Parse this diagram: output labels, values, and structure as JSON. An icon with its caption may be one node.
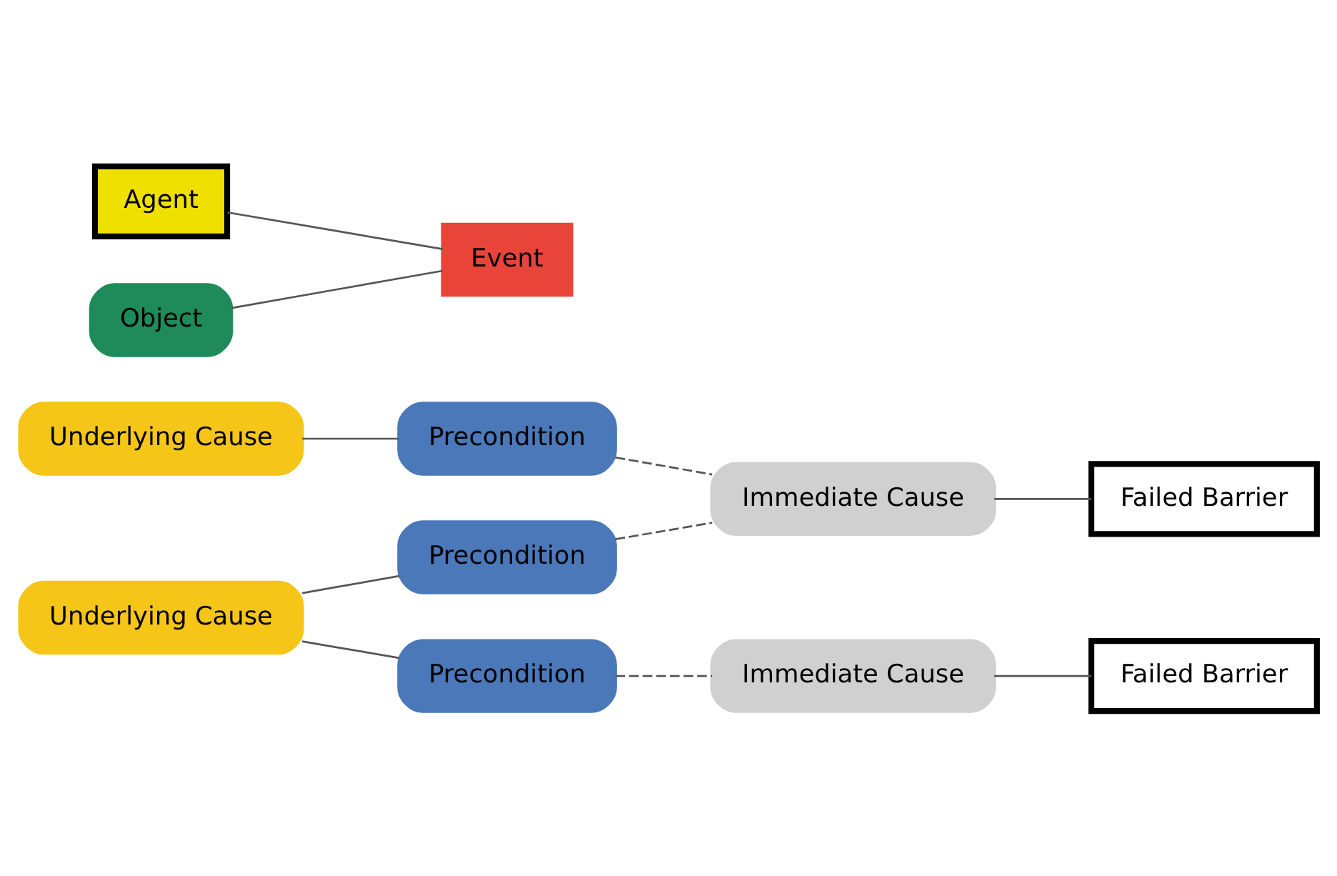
{
  "diagram": {
    "nodes": [
      {
        "text": [
          "Underlying Cause"
        ]
      },
      {
        "text": [
          "Precondition"
        ]
      },
      {
        "text": [
          "Precondition"
        ]
      },
      {
        "text": [
          "Immediate Cause"
        ]
      },
      {
        "text": [
          "Agent"
        ]
      },
      {
        "text": [
          "Failed Barrier"
        ]
      },
      {
        "text": [
          "Event"
        ]
      },
      {
        "text": [
          "Object"
        ]
      },
      {
        "text": [
          "Failed Barrier"
        ]
      },
      {
        "text": [
          "Underlying Cause"
        ]
      },
      {
        "text": [
          "Precondition"
        ]
      },
      {
        "text": [
          "Immediate Cause"
        ]
      }
    ],
    "edges": [
      {
        "from": 0,
        "to": 1,
        "arrow": "none"
      },
      {
        "from": 1,
        "to": 3,
        "arrow": "none",
        "style": "dashed"
      },
      {
        "from": 2,
        "to": 3,
        "arrow": "none",
        "style": "dashed"
      },
      {
        "from": 9,
        "to": 2,
        "arrow": "none"
      },
      {
        "from": 9,
        "to": 10,
        "arrow": "none"
      },
      {
        "from": 10,
        "to": 11,
        "arrow": "none",
        "style": "dashed"
      },
      {
        "from": 3,
        "to": 5,
        "arrow": "none"
      },
      {
        "from": 4,
        "to": 6,
        "arrow": "none"
      },
      {
        "from": 7,
        "to": 6,
        "arrow": "none"
      },
      {
        "from": 11,
        "to": 8,
        "arrow": "none"
      }
    ]
  }
}
